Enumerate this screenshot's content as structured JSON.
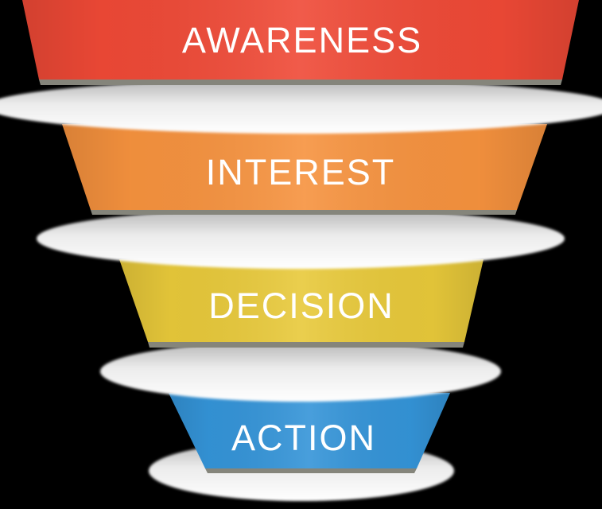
{
  "diagram": {
    "type": "funnel",
    "background_color": "#000000",
    "text_color": "#ffffff",
    "edge_color": "#85857b",
    "disc_color": "#ffffff",
    "disc_shadow_color": "#b5b5b5",
    "stages": [
      {
        "label": "AWARENESS",
        "color": "#ef4936"
      },
      {
        "label": "INTEREST",
        "color": "#f6923e"
      },
      {
        "label": "DECISION",
        "color": "#e8c93a"
      },
      {
        "label": "ACTION",
        "color": "#3494d8"
      }
    ]
  }
}
